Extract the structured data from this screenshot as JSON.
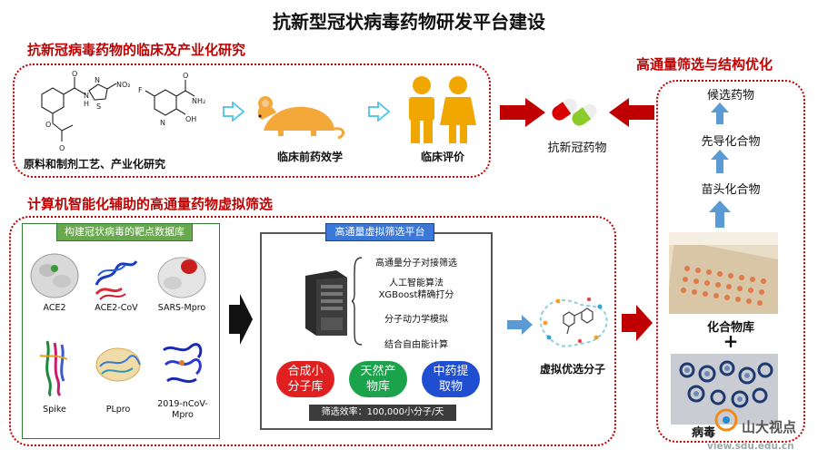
{
  "title": "抗新型冠状病毒药物研发平台建设",
  "clinical": {
    "heading": "抗新冠病毒药物的临床及产业化研究",
    "molecule1_labels": {
      "no2": "NO₂",
      "nh": "N",
      "h": "H",
      "o": "O",
      "s": "S"
    },
    "molecule2_labels": {
      "f": "F",
      "nh2": "NH₂",
      "oh": "OH",
      "n": "N",
      "o": "O"
    },
    "items": [
      "原料和制剂工艺、产业化研究",
      "临床前药效学",
      "临床评价"
    ]
  },
  "center_label": "抗新冠药物",
  "hts": {
    "heading": "高通量筛选与结构优化",
    "stages": [
      "候选药物",
      "先导化合物",
      "苗头化合物"
    ],
    "library": "化合物库",
    "plus": "+",
    "virus": "病毒"
  },
  "ai": {
    "heading": "计算机智能化辅助的高通量药物虚拟筛选",
    "database": {
      "title": "构建冠状病毒的靶点数据库",
      "targets": [
        "ACE2",
        "ACE2-CoV",
        "SARS-Mpro",
        "Spike",
        "PLpro",
        "2019-nCoV-\nMpro"
      ]
    },
    "platform": {
      "title": "高通量虚拟筛选平台",
      "steps": [
        "高通量分子对接筛选",
        "人工智能算法\nXGBoost精确打分",
        "分子动力学模拟",
        "结合自由能计算"
      ],
      "libraries": [
        "合成小\n分子库",
        "天然产\n物库",
        "中药提\n取物"
      ],
      "efficiency": "筛选效率：100,000小分子/天"
    },
    "result": "虚拟优选分子"
  },
  "watermark": {
    "brand": "山大视点",
    "url": "view.sdu.edu.cn"
  },
  "colors": {
    "red": "#c00000",
    "blue_arrow": "#5b9bd5",
    "cyan_arrow": "#5bc8e8",
    "green": "#2e7d32",
    "orange": "#f4a83a"
  }
}
